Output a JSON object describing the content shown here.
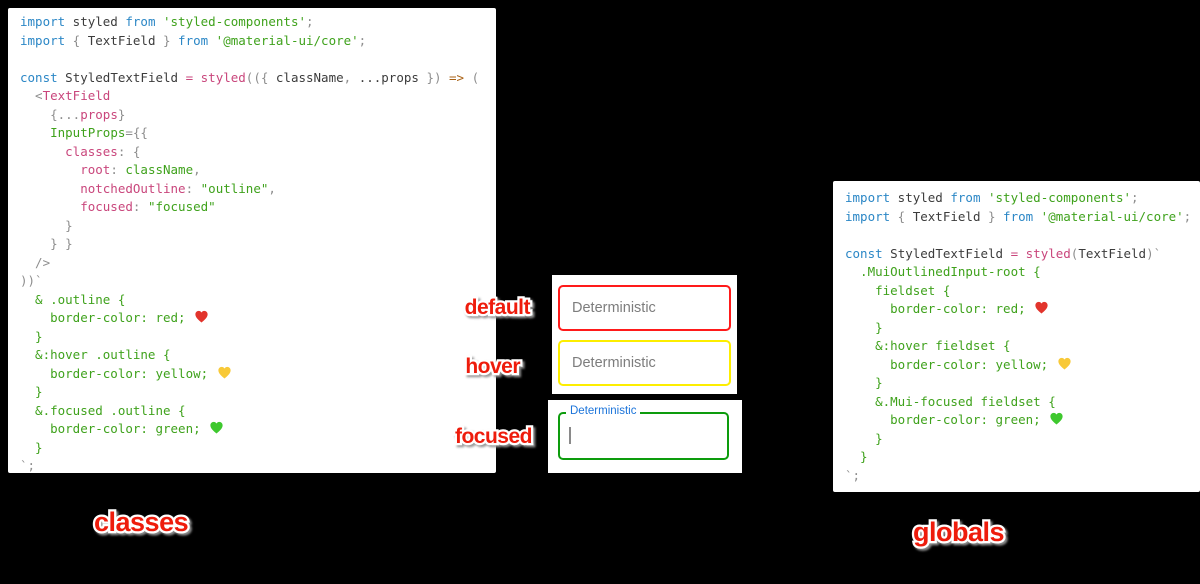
{
  "theme": {
    "background": "#000000",
    "panel_bg": "#ffffff",
    "label_red": "#ee1c0c",
    "syntax": {
      "kw": "#2b87c6",
      "fg": "#3c3c3c",
      "op": "#8e8e8e",
      "str": "#3fa21c",
      "pink": "#c9467c",
      "arrow": "#a96114"
    },
    "hearts": {
      "red": "#e2342c",
      "yellow": "#f8c938",
      "green": "#3ec82e"
    }
  },
  "captions": {
    "left": "classes",
    "right": "globals"
  },
  "demo": {
    "states": [
      {
        "label": "default",
        "placeholder": "Deterministic",
        "border": "#ff1a1a"
      },
      {
        "label": "hover",
        "placeholder": "Deterministic",
        "border": "#fdee00"
      },
      {
        "label": "focused",
        "field_label": "Deterministic",
        "border": "#0d9c0d",
        "label_color": "#1b74da",
        "caret_color": "#8a8a8a"
      }
    ]
  },
  "left_code": {
    "lines": [
      [
        {
          "c": "kw",
          "t": "import"
        },
        {
          "c": "fg",
          "t": " styled "
        },
        {
          "c": "kw",
          "t": "from"
        },
        {
          "c": "str",
          "t": " 'styled-components'"
        },
        {
          "c": "op",
          "t": ";"
        }
      ],
      [
        {
          "c": "kw",
          "t": "import"
        },
        {
          "c": "op",
          "t": " { "
        },
        {
          "c": "fg",
          "t": "TextField"
        },
        {
          "c": "op",
          "t": " } "
        },
        {
          "c": "kw",
          "t": "from"
        },
        {
          "c": "str",
          "t": " '@material-ui/core'"
        },
        {
          "c": "op",
          "t": ";"
        }
      ],
      [],
      [
        {
          "c": "kw",
          "t": "const"
        },
        {
          "c": "fg",
          "t": " StyledTextField "
        },
        {
          "c": "pink",
          "t": "="
        },
        {
          "c": "fg",
          "t": " "
        },
        {
          "c": "pink",
          "t": "styled"
        },
        {
          "c": "op",
          "t": "(({ "
        },
        {
          "c": "fg",
          "t": "className"
        },
        {
          "c": "op",
          "t": ", "
        },
        {
          "c": "fg",
          "t": "...props"
        },
        {
          "c": "op",
          "t": " })"
        },
        {
          "c": "arrow",
          "t": " =>"
        },
        {
          "c": "op",
          "t": " ("
        }
      ],
      [
        {
          "c": "op",
          "t": "  <"
        },
        {
          "c": "pink",
          "t": "TextField"
        }
      ],
      [
        {
          "c": "op",
          "t": "    {..."
        },
        {
          "c": "pink",
          "t": "props"
        },
        {
          "c": "op",
          "t": "}"
        }
      ],
      [
        {
          "c": "fg",
          "t": "    "
        },
        {
          "c": "str",
          "t": "InputProps"
        },
        {
          "c": "op",
          "t": "={{"
        }
      ],
      [
        {
          "c": "pink",
          "t": "      classes"
        },
        {
          "c": "op",
          "t": ": {"
        }
      ],
      [
        {
          "c": "pink",
          "t": "        root"
        },
        {
          "c": "op",
          "t": ": "
        },
        {
          "c": "str",
          "t": "className"
        },
        {
          "c": "op",
          "t": ","
        }
      ],
      [
        {
          "c": "pink",
          "t": "        notchedOutline"
        },
        {
          "c": "op",
          "t": ": "
        },
        {
          "c": "str",
          "t": "\"outline\""
        },
        {
          "c": "op",
          "t": ","
        }
      ],
      [
        {
          "c": "pink",
          "t": "        focused"
        },
        {
          "c": "op",
          "t": ": "
        },
        {
          "c": "str",
          "t": "\"focused\""
        }
      ],
      [
        {
          "c": "op",
          "t": "      }"
        }
      ],
      [
        {
          "c": "op",
          "t": "    } }"
        }
      ],
      [
        {
          "c": "op",
          "t": "  />"
        }
      ],
      [
        {
          "c": "op",
          "t": "))`"
        }
      ],
      [
        {
          "c": "str",
          "t": "  & .outline {"
        }
      ],
      [
        {
          "c": "str",
          "t": "    border-color: red; "
        },
        {
          "h": "red"
        }
      ],
      [
        {
          "c": "str",
          "t": "  }"
        }
      ],
      [
        {
          "c": "str",
          "t": "  &:hover .outline {"
        }
      ],
      [
        {
          "c": "str",
          "t": "    border-color: yellow; "
        },
        {
          "h": "yellow"
        }
      ],
      [
        {
          "c": "str",
          "t": "  }"
        }
      ],
      [
        {
          "c": "str",
          "t": "  &.focused .outline {"
        }
      ],
      [
        {
          "c": "str",
          "t": "    border-color: green; "
        },
        {
          "h": "green"
        }
      ],
      [
        {
          "c": "str",
          "t": "  }"
        }
      ],
      [
        {
          "c": "op",
          "t": "`;"
        }
      ]
    ]
  },
  "right_code": {
    "lines": [
      [
        {
          "c": "kw",
          "t": "import"
        },
        {
          "c": "fg",
          "t": " styled "
        },
        {
          "c": "kw",
          "t": "from"
        },
        {
          "c": "str",
          "t": " 'styled-components'"
        },
        {
          "c": "op",
          "t": ";"
        }
      ],
      [
        {
          "c": "kw",
          "t": "import"
        },
        {
          "c": "op",
          "t": " { "
        },
        {
          "c": "fg",
          "t": "TextField"
        },
        {
          "c": "op",
          "t": " } "
        },
        {
          "c": "kw",
          "t": "from"
        },
        {
          "c": "str",
          "t": " '@material-ui/core'"
        },
        {
          "c": "op",
          "t": ";"
        }
      ],
      [],
      [
        {
          "c": "kw",
          "t": "const"
        },
        {
          "c": "fg",
          "t": " StyledTextField "
        },
        {
          "c": "pink",
          "t": "="
        },
        {
          "c": "fg",
          "t": " "
        },
        {
          "c": "pink",
          "t": "styled"
        },
        {
          "c": "op",
          "t": "("
        },
        {
          "c": "fg",
          "t": "TextField"
        },
        {
          "c": "op",
          "t": ")`"
        }
      ],
      [
        {
          "c": "str",
          "t": "  .MuiOutlinedInput-root {"
        }
      ],
      [
        {
          "c": "str",
          "t": "    fieldset {"
        }
      ],
      [
        {
          "c": "str",
          "t": "      border-color: red; "
        },
        {
          "h": "red"
        }
      ],
      [
        {
          "c": "str",
          "t": "    }"
        }
      ],
      [
        {
          "c": "str",
          "t": "    &:hover fieldset {"
        }
      ],
      [
        {
          "c": "str",
          "t": "      border-color: yellow; "
        },
        {
          "h": "yellow"
        }
      ],
      [
        {
          "c": "str",
          "t": "    }"
        }
      ],
      [
        {
          "c": "str",
          "t": "    &.Mui-focused fieldset {"
        }
      ],
      [
        {
          "c": "str",
          "t": "      border-color: green; "
        },
        {
          "h": "green"
        }
      ],
      [
        {
          "c": "str",
          "t": "    }"
        }
      ],
      [
        {
          "c": "str",
          "t": "  }"
        }
      ],
      [
        {
          "c": "op",
          "t": "`;"
        }
      ]
    ]
  }
}
